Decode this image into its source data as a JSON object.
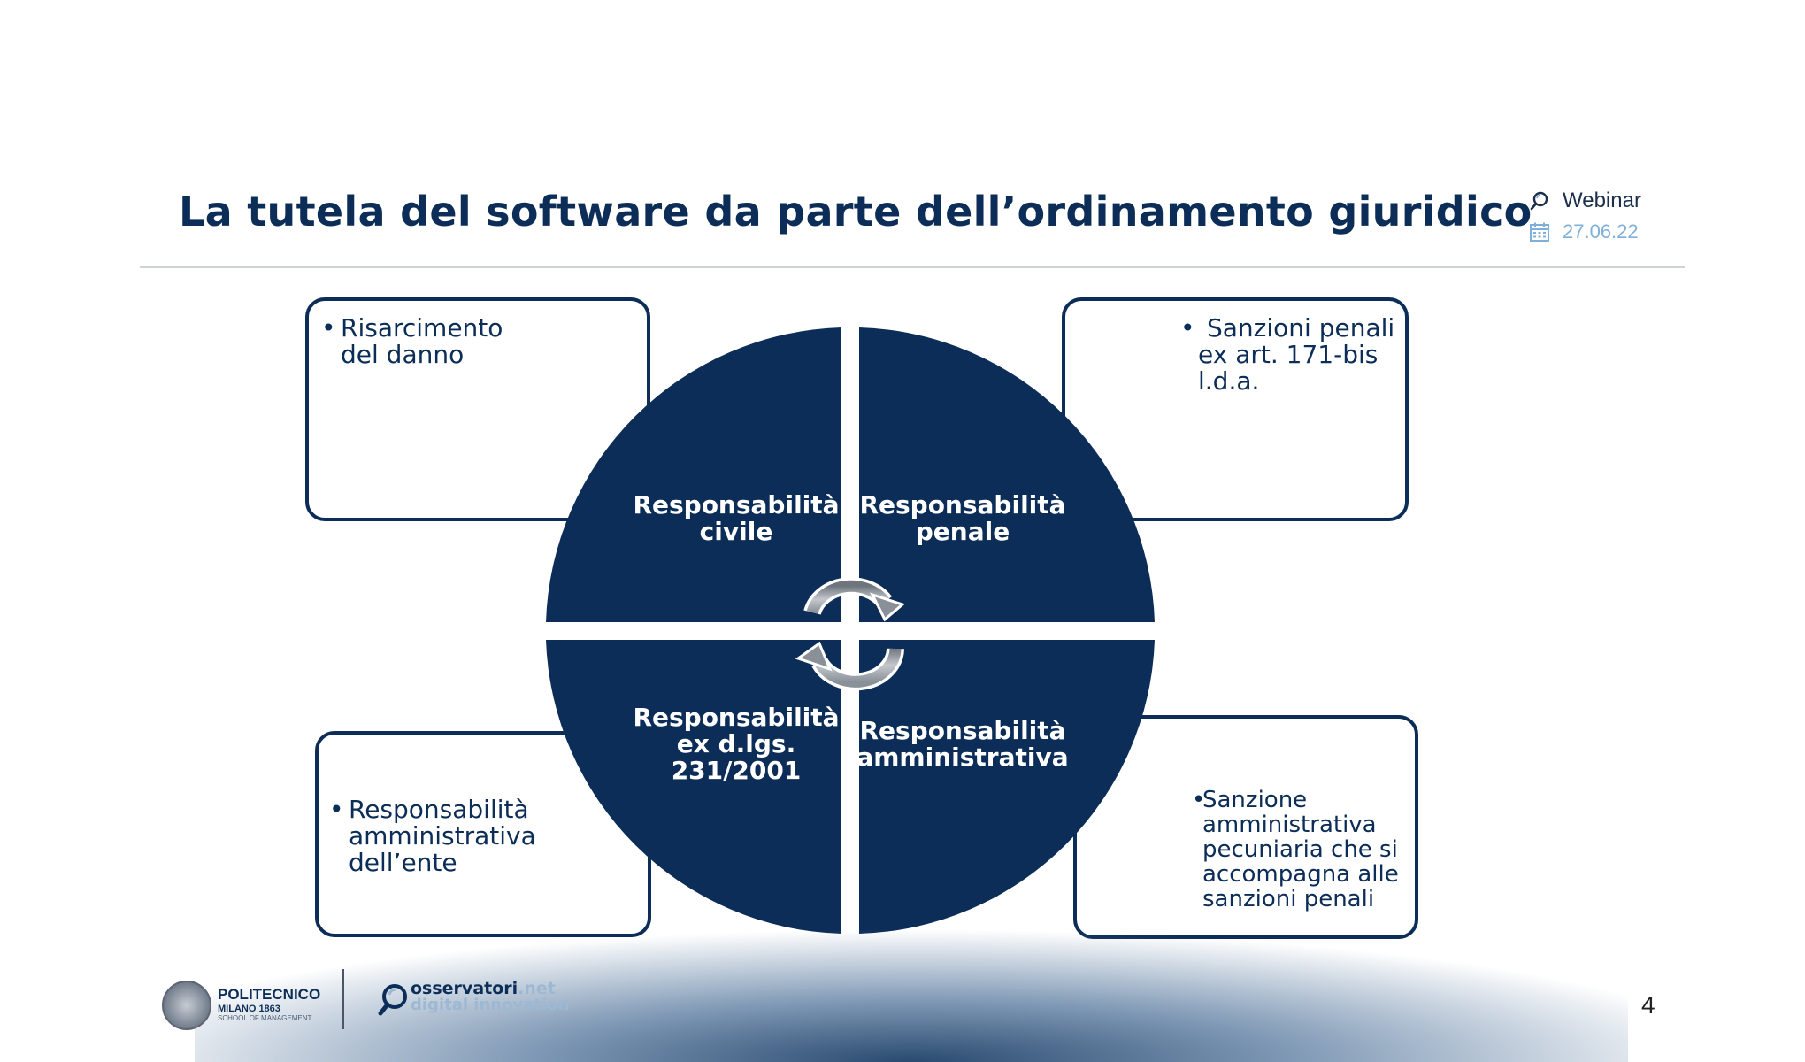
{
  "title": "La tutela del software da parte dell’ordinamento giuridico",
  "meta": {
    "event": "Webinar",
    "date": "27.06.22"
  },
  "quadrants": {
    "top_left": [
      "Responsabilità",
      "civile"
    ],
    "top_right": [
      "Responsabilità",
      "penale"
    ],
    "bottom_left": [
      "Responsabilità",
      "ex d.lgs.",
      "231/2001"
    ],
    "bottom_right": [
      "Responsabilità",
      "amministrativa"
    ]
  },
  "boxes": {
    "top_left": [
      "Risarcimento",
      "del danno"
    ],
    "top_right": [
      "Sanzioni penali",
      "ex art. 171-bis",
      "l.d.a."
    ],
    "bottom_left": [
      "Responsabilità",
      "amministrativa",
      "dell’ente"
    ],
    "bottom_right": [
      "Sanzione",
      "amministrativa",
      "pecuniaria che si",
      "accompagna alle",
      "sanzioni penali"
    ]
  },
  "bullet": "•",
  "footer": {
    "poli_name": "POLITECNICO",
    "poli_city": "MILANO 1863",
    "poli_school": "SCHOOL OF MANAGEMENT",
    "obs_name_a": "osservatori",
    "obs_name_b": ".net",
    "obs_tagline": "digital innovation",
    "page_number": "4"
  },
  "colors": {
    "navy": "#0c2d57",
    "accent": "#7fb0d9",
    "arrow": "#8a9098"
  }
}
